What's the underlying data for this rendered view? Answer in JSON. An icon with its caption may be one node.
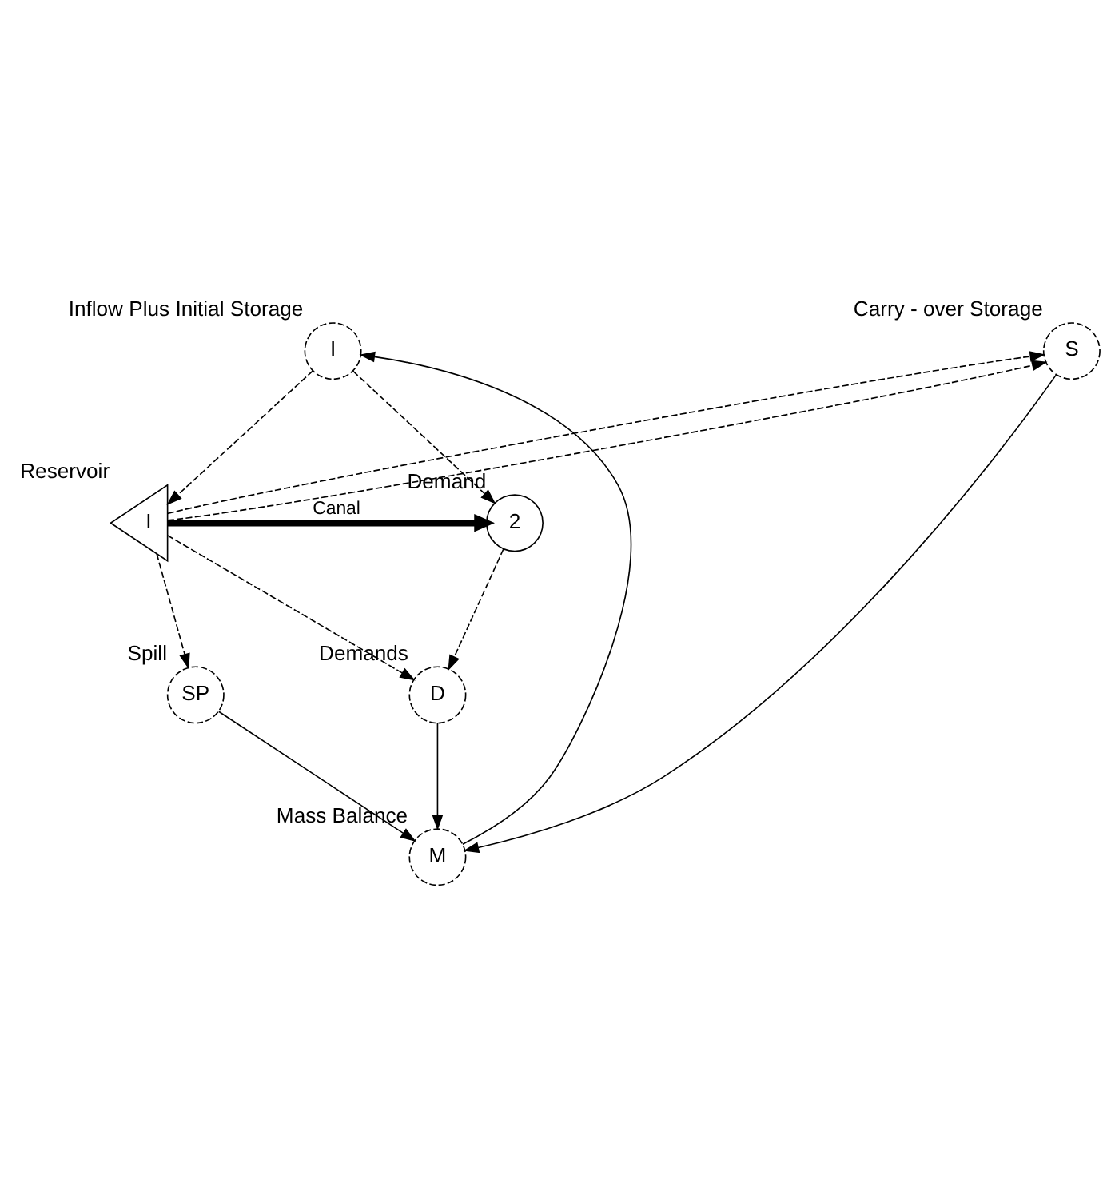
{
  "diagram": {
    "nodes": [
      {
        "text": [
          "Inflow Plus Initial Storage",
          "I"
        ]
      },
      {
        "text": [
          "Carry - over Storage",
          "S"
        ]
      },
      {
        "text": [
          "Reservoir",
          "I"
        ]
      },
      {
        "text": [
          "Demand",
          "2"
        ]
      },
      {
        "text": [
          "SP",
          "Spill"
        ]
      },
      {
        "text": [
          "D",
          "Demands"
        ]
      },
      {
        "text": [
          "M",
          "Mass Balance"
        ]
      }
    ],
    "edges": [
      {
        "from": 0,
        "to": 2,
        "arrow": "to",
        "style": "dashed"
      },
      {
        "from": 0,
        "to": 3,
        "arrow": "to",
        "style": "dashed"
      },
      {
        "from": 2,
        "to": 1,
        "arrow": "to",
        "style": "dashed"
      },
      {
        "from": 2,
        "to": 1,
        "arrow": "to",
        "style": "dashed"
      },
      {
        "from": 2,
        "to": 3,
        "arrow": "to",
        "label": "Canal",
        "style": "thick"
      },
      {
        "from": 2,
        "to": 5,
        "arrow": "to",
        "style": "dashed"
      },
      {
        "from": 2,
        "to": 4,
        "arrow": "to",
        "style": "dashed"
      },
      {
        "from": 3,
        "to": 5,
        "arrow": "to",
        "style": "dashed"
      },
      {
        "from": 4,
        "to": 6,
        "arrow": "to"
      },
      {
        "from": 5,
        "to": 6,
        "arrow": "to"
      },
      {
        "from": 1,
        "to": 6,
        "arrow": "to"
      },
      {
        "from": 6,
        "to": 0,
        "arrow": "to"
      }
    ]
  }
}
